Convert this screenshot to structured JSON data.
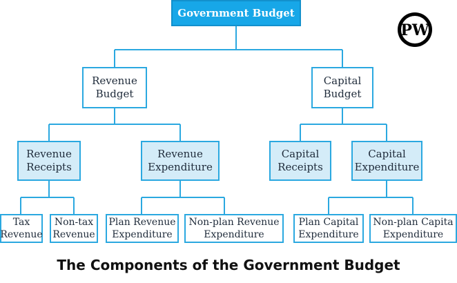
{
  "diagram": {
    "root": "Government Budget",
    "revenue_budget": "Revenue\nBudget",
    "capital_budget": "Capital\nBudget",
    "revenue_receipts": "Revenue\nReceipts",
    "revenue_expenditure": "Revenue\nExpenditure",
    "capital_receipts": "Capital\nReceipts",
    "capital_expenditure": "Capital\nExpenditure",
    "tax_revenue": "Tax\nRevenue",
    "non_tax_revenue": "Non-tax\nRevenue",
    "plan_revenue_expenditure": "Plan Revenue\nExpenditure",
    "non_plan_revenue_expenditure": "Non-plan Revenue\nExpenditure",
    "plan_capital_expenditure": "Plan Capital\nExpenditure",
    "non_plan_capital_expenditure": "Non-plan Capita\nExpenditure"
  },
  "logo": {
    "text": "PW"
  },
  "caption": "The Components of the Government Budget",
  "colors": {
    "connector": "#2aa8e0",
    "root_fill": "#17a7e8",
    "shaded_fill": "#d4ecf8",
    "logo_bg": "#000000"
  }
}
